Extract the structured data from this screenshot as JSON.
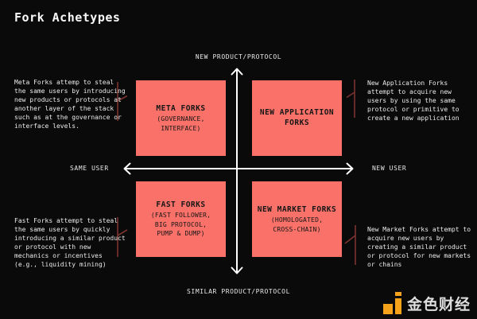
{
  "title": "Fork Achetypes",
  "colors": {
    "background": "#0a0a0a",
    "quadrant_fill": "#f97168",
    "quadrant_text": "#161616",
    "text": "#f0f0f0",
    "arrow": "#ffffff",
    "connector": "#7c3330",
    "logo_orange": "#f5a21b"
  },
  "axes": {
    "top": "NEW PRODUCT/PROTOCOL",
    "bottom": "SIMILAR PRODUCT/PROTOCOL",
    "left": "SAME USER",
    "right": "NEW USER"
  },
  "quadrants": {
    "meta": {
      "title": "META FORKS",
      "subtitle": "(GOVERNANCE,\nINTERFACE)"
    },
    "new_application": {
      "title": "NEW APPLICATION\nFORKS",
      "subtitle": ""
    },
    "fast": {
      "title": "FAST FORKS",
      "subtitle": "(FAST FOLLOWER,\nBIG PROTOCOL,\nPUMP & DUMP)"
    },
    "new_market": {
      "title": "NEW MARKET FORKS",
      "subtitle": "(HOMOLOGATED,\nCROSS-CHAIN)"
    }
  },
  "annotations": {
    "meta": "Meta Forks attemp to steal\nthe same users by introducing\nnew products or protocols at\nanother layer of the stack\nsuch as at the governance or\ninterface levels.",
    "new_application": "New Application Forks\nattempt to acquire new\nusers by using the same\nprotocol or primitive to\ncreate a new application",
    "fast": "Fast Forks attempt to steal\nthe same users by quickly\nintroducing a similar product\nor protocol with new\nmechanics or incentives\n(e.g., liquidity mining)",
    "new_market": "New Market Forks attempt to\nacquire new users by\ncreating a similar product\nor protocol for new markets\nor chains"
  },
  "watermark": {
    "text": "金色财经"
  }
}
